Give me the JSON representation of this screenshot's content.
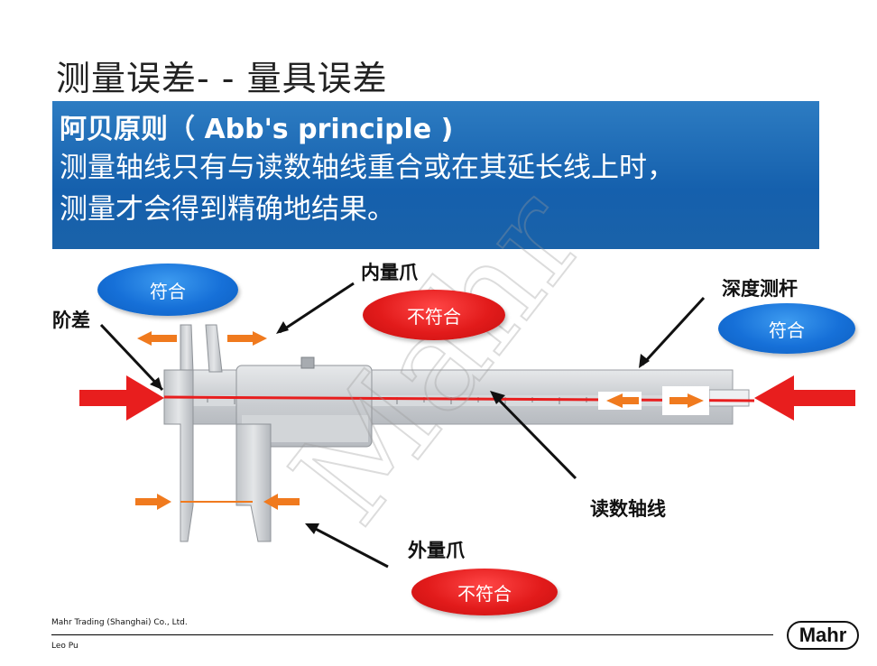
{
  "slide": {
    "title": "测量误差- - 量具误差",
    "banner": {
      "line1": "阿贝原则（  Abb's principle )",
      "line2": "测量轴线只有与读数轴线重合或在其延长线上时，",
      "line3": "测量才会得到精确地结果。"
    }
  },
  "diagram": {
    "label_step": "阶差",
    "label_inner_jaw": "内量爪",
    "label_depth_rod": "深度测杆",
    "label_reading_axis": "读数轴线",
    "label_outer_jaw": "外量爪",
    "badge_step": "符合",
    "badge_inner_jaw": "不符合",
    "badge_depth_rod": "符合",
    "badge_outer_jaw": "不符合",
    "watermark": "Mahr",
    "colors": {
      "axis_red": "#e81e1e",
      "arrow_orange": "#f07a1e",
      "badge_blue": "#1670d8",
      "badge_red": "#e21b1b"
    }
  },
  "footer": {
    "company": "Mahr Trading (Shanghai) Co., Ltd.",
    "author": "Leo Pu",
    "logo": "Mahr"
  }
}
